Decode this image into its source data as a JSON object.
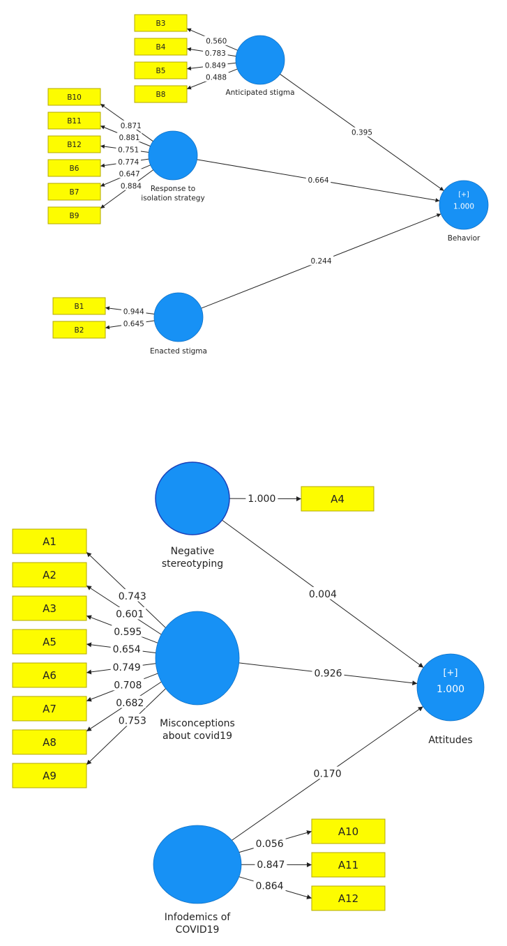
{
  "colors": {
    "construct_fill": "#1791f5",
    "construct_stroke": "#0d6fc4",
    "indicator_fill": "#fdfc00",
    "indicator_stroke": "#b3a800",
    "line": "#222222",
    "text": "#222222",
    "construct_text_inner": "#ffffff"
  },
  "diagrams": [
    {
      "id": "behavior-model",
      "constructs": [
        {
          "id": "anticipated",
          "label": [
            "Anticipated stigma"
          ]
        },
        {
          "id": "response",
          "label": [
            "Response to",
            "isolation strategy"
          ]
        },
        {
          "id": "enacted",
          "label": [
            "Enacted stigma"
          ]
        },
        {
          "id": "behavior",
          "label": [
            "Behavior"
          ],
          "inner_top": "[+]",
          "inner_value": "1.000"
        }
      ],
      "indicators": [
        {
          "id": "B3",
          "label": "B3"
        },
        {
          "id": "B4",
          "label": "B4"
        },
        {
          "id": "B5",
          "label": "B5"
        },
        {
          "id": "B8",
          "label": "B8"
        },
        {
          "id": "B10",
          "label": "B10"
        },
        {
          "id": "B11",
          "label": "B11"
        },
        {
          "id": "B12",
          "label": "B12"
        },
        {
          "id": "B6",
          "label": "B6"
        },
        {
          "id": "B7",
          "label": "B7"
        },
        {
          "id": "B9",
          "label": "B9"
        },
        {
          "id": "B1",
          "label": "B1"
        },
        {
          "id": "B2",
          "label": "B2"
        }
      ],
      "loadings": [
        {
          "from": "anticipated",
          "to": "B3",
          "value": "0.560"
        },
        {
          "from": "anticipated",
          "to": "B4",
          "value": "0.783"
        },
        {
          "from": "anticipated",
          "to": "B5",
          "value": "0.849"
        },
        {
          "from": "anticipated",
          "to": "B8",
          "value": "0.488"
        },
        {
          "from": "response",
          "to": "B10",
          "value": "0.871"
        },
        {
          "from": "response",
          "to": "B11",
          "value": "0.881"
        },
        {
          "from": "response",
          "to": "B12",
          "value": "0.751"
        },
        {
          "from": "response",
          "to": "B6",
          "value": "0.774"
        },
        {
          "from": "response",
          "to": "B7",
          "value": "0.647"
        },
        {
          "from": "response",
          "to": "B9",
          "value": "0.884"
        },
        {
          "from": "enacted",
          "to": "B1",
          "value": "0.944"
        },
        {
          "from": "enacted",
          "to": "B2",
          "value": "0.645"
        }
      ],
      "paths": [
        {
          "from": "anticipated",
          "to": "behavior",
          "value": "0.395"
        },
        {
          "from": "response",
          "to": "behavior",
          "value": "0.664"
        },
        {
          "from": "enacted",
          "to": "behavior",
          "value": "0.244"
        }
      ]
    },
    {
      "id": "attitudes-model",
      "constructs": [
        {
          "id": "negative",
          "label": [
            "Negative",
            "stereotyping"
          ]
        },
        {
          "id": "misconceptions",
          "label": [
            "Misconceptions",
            "about covid19"
          ]
        },
        {
          "id": "infodemics",
          "label": [
            "Infodemics of",
            "COVID19"
          ]
        },
        {
          "id": "attitudes",
          "label": [
            "Attitudes"
          ],
          "inner_top": "[+]",
          "inner_value": "1.000"
        }
      ],
      "indicators": [
        {
          "id": "A4",
          "label": "A4"
        },
        {
          "id": "A1",
          "label": "A1"
        },
        {
          "id": "A2",
          "label": "A2"
        },
        {
          "id": "A3",
          "label": "A3"
        },
        {
          "id": "A5",
          "label": "A5"
        },
        {
          "id": "A6",
          "label": "A6"
        },
        {
          "id": "A7",
          "label": "A7"
        },
        {
          "id": "A8",
          "label": "A8"
        },
        {
          "id": "A9",
          "label": "A9"
        },
        {
          "id": "A10",
          "label": "A10"
        },
        {
          "id": "A11",
          "label": "A11"
        },
        {
          "id": "A12",
          "label": "A12"
        }
      ],
      "loadings": [
        {
          "from": "negative",
          "to": "A4",
          "value": "1.000"
        },
        {
          "from": "misconceptions",
          "to": "A1",
          "value": "0.743"
        },
        {
          "from": "misconceptions",
          "to": "A2",
          "value": "0.601"
        },
        {
          "from": "misconceptions",
          "to": "A3",
          "value": "0.595"
        },
        {
          "from": "misconceptions",
          "to": "A5",
          "value": "0.654"
        },
        {
          "from": "misconceptions",
          "to": "A6",
          "value": "0.749"
        },
        {
          "from": "misconceptions",
          "to": "A7",
          "value": "0.708"
        },
        {
          "from": "misconceptions",
          "to": "A8",
          "value": "0.682"
        },
        {
          "from": "misconceptions",
          "to": "A9",
          "value": "0.753"
        },
        {
          "from": "infodemics",
          "to": "A10",
          "value": "0.056"
        },
        {
          "from": "infodemics",
          "to": "A11",
          "value": "0.847"
        },
        {
          "from": "infodemics",
          "to": "A12",
          "value": "0.864"
        }
      ],
      "paths": [
        {
          "from": "negative",
          "to": "attitudes",
          "value": "0.004"
        },
        {
          "from": "misconceptions",
          "to": "attitudes",
          "value": "0.926"
        },
        {
          "from": "infodemics",
          "to": "attitudes",
          "value": "0.170"
        }
      ]
    }
  ]
}
